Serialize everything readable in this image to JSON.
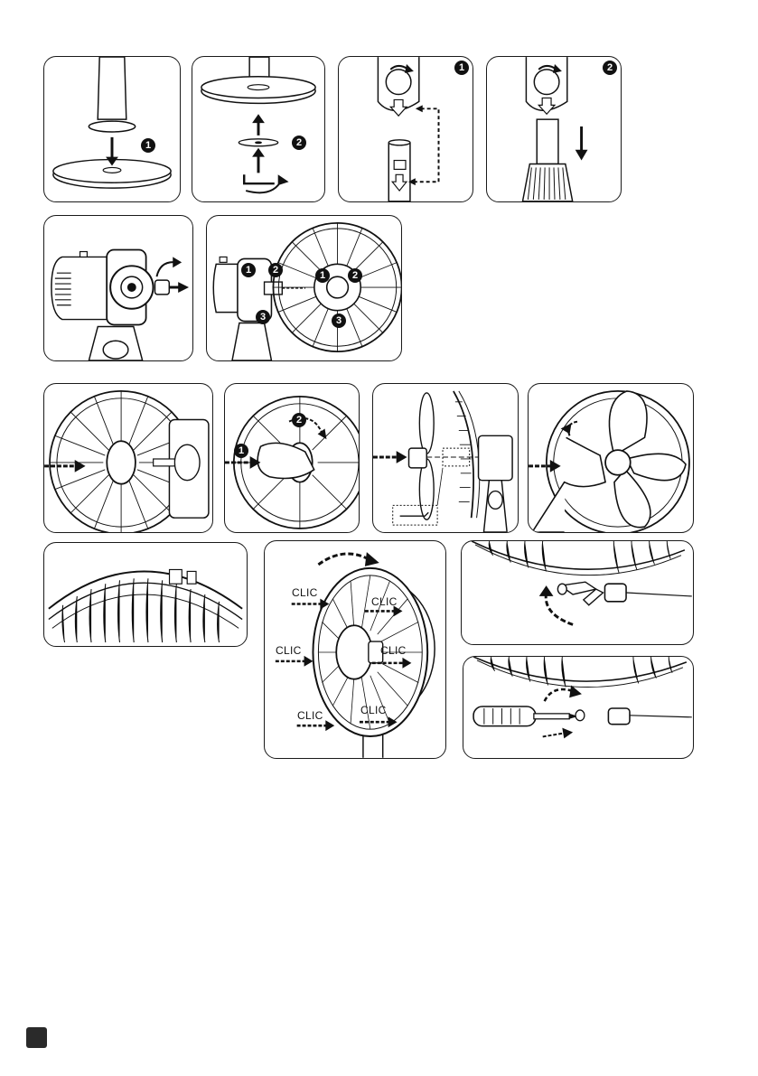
{
  "step_numbers": {
    "base_1": "1",
    "base_2": "2",
    "tube_1": "1",
    "tube_2": "2",
    "guard_1a": "1",
    "guard_2a": "2",
    "guard_3a": "3",
    "guard_1b": "1",
    "guard_2b": "2",
    "guard_3b": "3",
    "nut_1": "1",
    "nut_2": "2"
  },
  "clic_labels": {
    "c1": "CLIC",
    "c2": "CLIC",
    "c3": "CLIC",
    "c4": "CLIC",
    "c5": "CLIC",
    "c6": "CLIC"
  },
  "colors": {
    "ink": "#1a1a1a",
    "panel_bg": "#ffffff",
    "page_marker": "#2a2a2a"
  }
}
